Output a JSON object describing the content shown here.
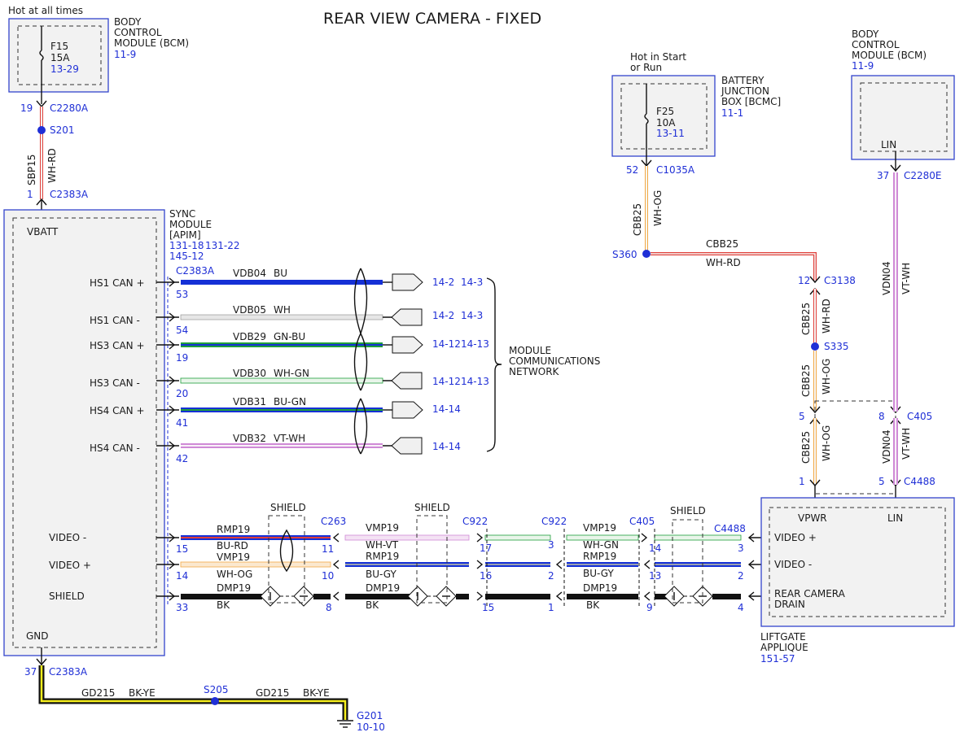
{
  "title": "REAR VIEW CAMERA - FIXED",
  "bcm_left": {
    "power_label": "Hot at all times",
    "name": [
      "BODY",
      "CONTROL",
      "MODULE (BCM)"
    ],
    "ref": "11-9",
    "fuse": "F15",
    "amps": "15A",
    "fuse_ref": "13-29",
    "pin": "19",
    "connector": "C2280A"
  },
  "splice_s201": "S201",
  "sbp15": {
    "circuit": "SBP15",
    "color": "WH-RD"
  },
  "sync_module": {
    "name": [
      "SYNC",
      "MODULE",
      "[APIM]"
    ],
    "refs": [
      "131-18",
      "131-22",
      "145-12"
    ],
    "vbatt": "VBATT",
    "vbatt_pin": "1",
    "vbatt_connector": "C2383A",
    "can_connector": "C2383A",
    "gnd": "GND",
    "gnd_pin": "37",
    "gnd_connector": "C2383A",
    "video_minus": "VIDEO -",
    "video_plus": "VIDEO +",
    "shield": "SHIELD"
  },
  "can_lines": [
    {
      "label": "HS1 CAN +",
      "pin": "53",
      "circuit": "VDB04",
      "color": "BU",
      "refs": [
        "14-2",
        "14-3"
      ]
    },
    {
      "label": "HS1 CAN -",
      "pin": "54",
      "circuit": "VDB05",
      "color": "WH",
      "refs": [
        "14-2",
        "14-3"
      ]
    },
    {
      "label": "HS3 CAN +",
      "pin": "19",
      "circuit": "VDB29",
      "color": "GN-BU",
      "refs": [
        "14-12",
        "14-13"
      ]
    },
    {
      "label": "HS3 CAN -",
      "pin": "20",
      "circuit": "VDB30",
      "color": "WH-GN",
      "refs": [
        "14-12",
        "14-13"
      ]
    },
    {
      "label": "HS4 CAN +",
      "pin": "41",
      "circuit": "VDB31",
      "color": "BU-GN",
      "refs": [
        "14-14"
      ]
    },
    {
      "label": "HS4 CAN -",
      "pin": "42",
      "circuit": "VDB32",
      "color": "VT-WH",
      "refs": [
        "14-14"
      ]
    }
  ],
  "mcn_label": [
    "MODULE",
    "COMMUNICATIONS",
    "NETWORK"
  ],
  "video_minus_run": {
    "pin_apim": "15",
    "circuit1": "RMP19",
    "color1": "BU-RD",
    "pin_c263_a": "11",
    "c263": "C263",
    "circuit2": "VMP19",
    "color2": "WH-VT",
    "pin_a": "17",
    "c922": "C922",
    "pin_b": "3",
    "circuit3": "VMP19",
    "color3": "WH-GN",
    "c405": "C405",
    "pin_c": "14",
    "c4488": "C4488",
    "pin_d": "3"
  },
  "video_plus_run": {
    "pin_apim": "14",
    "circuit1": "VMP19",
    "color1": "WH-OG",
    "pin_c263_a": "10",
    "circuit2": "RMP19",
    "color2": "BU-GY",
    "pin_a": "16",
    "pin_b": "2",
    "circuit3": "RMP19",
    "color3": "BU-GY",
    "pin_c": "13",
    "pin_d": "2"
  },
  "drain_run": {
    "pin_apim": "33",
    "circuit": "DMP19",
    "color": "BK",
    "pin_a": "8",
    "pin_b": "15",
    "pin_c": "1",
    "pin_d": "9",
    "pin_e": "4"
  },
  "shield_label": "SHIELD",
  "ground_run": {
    "circuit": "GD215",
    "color": "BK-YE",
    "splice": "S205",
    "ground": "G201",
    "ground_ref": "10-10"
  },
  "bjb": {
    "power_label": [
      "Hot in Start",
      "or Run"
    ],
    "name": [
      "BATTERY",
      "JUNCTION",
      "BOX [BCMC]"
    ],
    "ref": "11-1",
    "fuse": "F25",
    "amps": "10A",
    "fuse_ref": "13-11",
    "pin": "52",
    "connector": "C1035A"
  },
  "cbb25_a": {
    "circuit": "CBB25",
    "color": "WH-OG"
  },
  "splice_s360": "S360",
  "cbb25_b": {
    "circuit": "CBB25",
    "color": "WH-RD"
  },
  "c3138": {
    "pin": "12",
    "connector": "C3138"
  },
  "cbb25_c": {
    "circuit": "CBB25",
    "color": "WH-RD"
  },
  "splice_s335": "S335",
  "cbb25_d": {
    "circuit": "CBB25",
    "color": "WH-OG"
  },
  "c405_right": {
    "pin_left": "5",
    "pin_right": "8",
    "connector": "C405"
  },
  "cbb25_e": {
    "circuit": "CBB25",
    "color": "WH-OG"
  },
  "c4488_right": {
    "pin_left": "1",
    "pin_right": "5",
    "connector": "C4488"
  },
  "bcm_right": {
    "name": [
      "BODY",
      "CONTROL",
      "MODULE (BCM)"
    ],
    "ref": "11-9",
    "lin": "LIN",
    "pin": "37",
    "connector": "C2280E"
  },
  "vdn04_a": {
    "circuit": "VDN04",
    "color": "VT-WH"
  },
  "vdn04_b": {
    "circuit": "VDN04",
    "color": "VT-WH"
  },
  "camera": {
    "vpwr": "VPWR",
    "lin": "LIN",
    "video_plus": "VIDEO +",
    "video_minus": "VIDEO -",
    "drain": [
      "REAR CAMERA",
      "DRAIN"
    ],
    "name": [
      "LIFTGATE",
      "APPLIQUE"
    ],
    "ref": "151-57"
  },
  "colors": {
    "blue_text": "#1f2fd6",
    "module_border": "#3344cc",
    "bu": "#1530d6",
    "wh": "#e8e8e8",
    "gn": "#1f9e3a",
    "rd": "#e0403a",
    "og": "#f2a844",
    "vt": "#cf8ad6",
    "gy": "#9aa0b0",
    "ye": "#f5ee1c",
    "bk": "#111111"
  }
}
